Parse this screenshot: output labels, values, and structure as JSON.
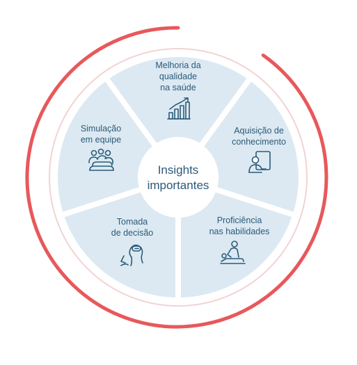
{
  "center": {
    "line1": "Insights",
    "line2": "importantes"
  },
  "segments": [
    {
      "id": "top",
      "lines": [
        "Melhoria da",
        "qualidade",
        "na saúde"
      ],
      "icon": "bar-chart-growth-icon"
    },
    {
      "id": "upper-right",
      "lines": [
        "Aquisição de",
        "conhecimento"
      ],
      "icon": "person-screen-icon"
    },
    {
      "id": "lower-right",
      "lines": [
        "Proficiência",
        "nas habilidades"
      ],
      "icon": "massage-therapy-icon"
    },
    {
      "id": "lower-left",
      "lines": [
        "Tomada",
        "de decisão"
      ],
      "icon": "person-thinking-icon"
    },
    {
      "id": "upper-left",
      "lines": [
        "Simulação",
        "em equipe"
      ],
      "icon": "team-group-icon"
    }
  ],
  "colors": {
    "segment_fill": "#dce9f2",
    "text": "#2b5a78",
    "outer_ring": "#e8585b",
    "inner_ring": "#f2d3d4"
  }
}
